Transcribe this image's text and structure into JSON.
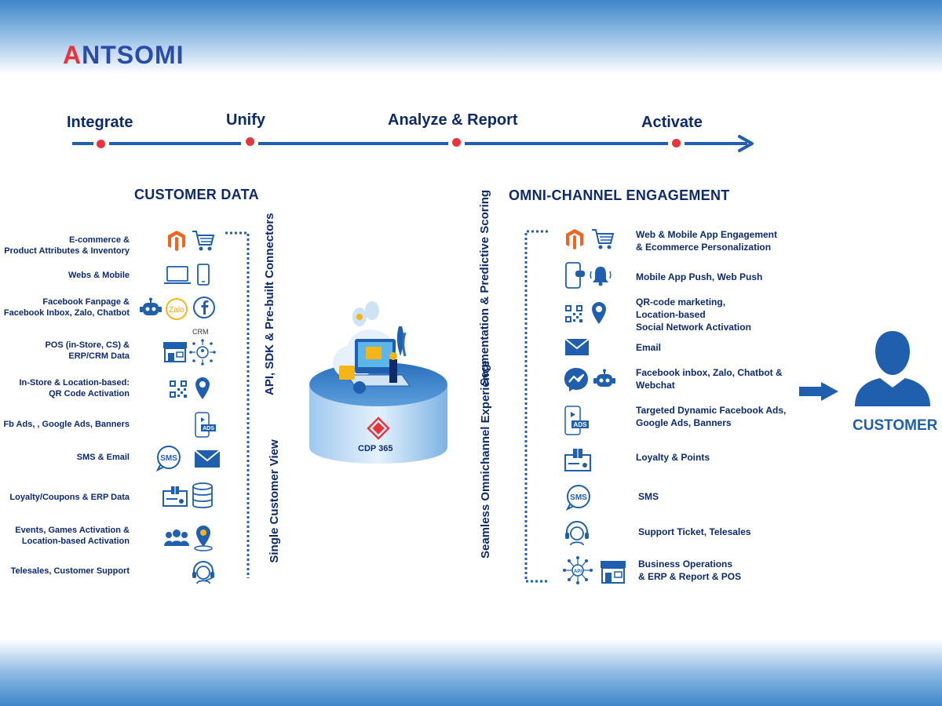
{
  "brand": {
    "logo_first": "A",
    "logo_rest": "NTSOMI"
  },
  "stages": [
    "Integrate",
    "Unify",
    "Analyze & Report",
    "Activate"
  ],
  "colors": {
    "primary": "#1f5fae",
    "dark": "#0d2a6b",
    "accent": "#e8343d"
  },
  "customer_data": {
    "title": "CUSTOMER DATA",
    "vertical_labels": [
      "API, SDK & Pre-built Connectors",
      "Single Customer View"
    ],
    "rows": [
      {
        "label_1": "E-commerce &",
        "label_2": "Product Attributes & Inventory",
        "icons": [
          "magento-icon",
          "cart-icon"
        ]
      },
      {
        "label_1": "Webs & Mobile",
        "label_2": "",
        "icons": [
          "laptop-icon",
          "mobile-icon"
        ]
      },
      {
        "label_1": "Facebook Fanpage &",
        "label_2": "Facebook Inbox, Zalo, Chatbot",
        "icons": [
          "chatbot-icon",
          "zalo-icon",
          "facebook-icon"
        ]
      },
      {
        "label_1": "POS (in-Store, CS) &",
        "label_2": "ERP/CRM Data",
        "icons": [
          "store-icon",
          "crm-icon"
        ],
        "tag": "CRM"
      },
      {
        "label_1": "In-Store & Location-based:",
        "label_2": "QR Code Activation",
        "icons": [
          "qr-code-icon",
          "location-pin-icon"
        ]
      },
      {
        "label_1": "Fb Ads, , Google Ads, Banners",
        "label_2": "",
        "icons": [
          "ads-phone-icon"
        ]
      },
      {
        "label_1": "SMS & Email",
        "label_2": "",
        "icons": [
          "sms-icon",
          "email-icon"
        ]
      },
      {
        "label_1": "Loyalty/Coupons & ERP Data",
        "label_2": "",
        "icons": [
          "loyalty-card-icon",
          "database-icon"
        ]
      },
      {
        "label_1": "Events, Games Activation &",
        "label_2": "Location-based Activation",
        "icons": [
          "people-icon",
          "location-pin-icon"
        ]
      },
      {
        "label_1": "Telesales, Customer Support",
        "label_2": "",
        "icons": [
          "headset-icon"
        ]
      }
    ]
  },
  "center": {
    "cdp_label": "CDP 365"
  },
  "engagement": {
    "title": "OMNI-CHANNEL ENGAGEMENT",
    "vertical_labels": [
      "Segmentation & Predictive Scoring",
      "Seamless Omnichannel Experience"
    ],
    "rows": [
      {
        "label_1": "Web & Mobile App Engagement",
        "label_2": "& Ecommerce Personalization",
        "label_3": "",
        "icons": [
          "magento-icon",
          "cart-icon"
        ]
      },
      {
        "label_1": "Mobile App Push, Web Push",
        "label_2": "",
        "label_3": "",
        "icons": [
          "mobile-push-icon",
          "bell-icon"
        ]
      },
      {
        "label_1": "QR-code marketing,",
        "label_2": "Location-based",
        "label_3": "Social Network Activation",
        "icons": [
          "qr-code-icon",
          "location-pin-icon"
        ]
      },
      {
        "label_1": "Email",
        "label_2": "",
        "label_3": "",
        "icons": [
          "email-icon"
        ]
      },
      {
        "label_1": "Facebook inbox, Zalo, Chatbot &",
        "label_2": "Webchat",
        "label_3": "",
        "icons": [
          "messenger-icon",
          "chatbot-icon"
        ]
      },
      {
        "label_1": "Targeted Dynamic Facebook Ads,",
        "label_2": "Google Ads, Banners",
        "label_3": "",
        "icons": [
          "ads-phone-icon"
        ]
      },
      {
        "label_1": "Loyalty & Points",
        "label_2": "",
        "label_3": "",
        "icons": [
          "loyalty-card-icon"
        ]
      },
      {
        "label_1": "SMS",
        "label_2": "",
        "label_3": "",
        "icons": [
          "sms-icon"
        ]
      },
      {
        "label_1": "Support Ticket, Telesales",
        "label_2": "",
        "label_3": "",
        "icons": [
          "headset-icon"
        ]
      },
      {
        "label_1": "Business Operations",
        "label_2": "& ERP & Report & POS",
        "label_3": "",
        "icons": [
          "operations-icon",
          "store-icon"
        ]
      }
    ]
  },
  "customer": {
    "label": "CUSTOMER"
  }
}
